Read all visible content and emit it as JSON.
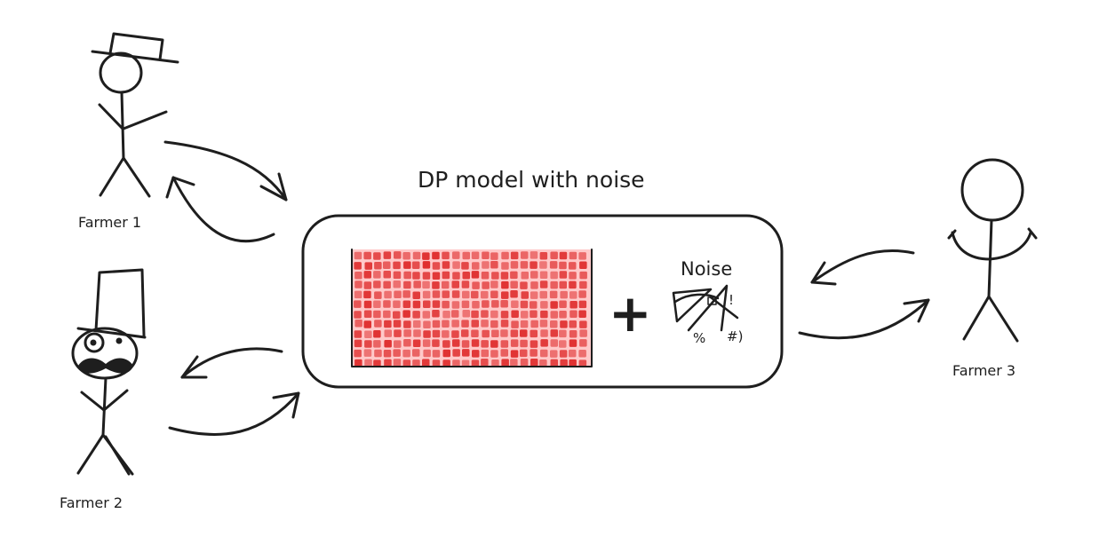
{
  "title": "DP model with noise",
  "farmers": [
    {
      "label": "Farmer 1"
    },
    {
      "label": "Farmer 2"
    },
    {
      "label": "Farmer 3"
    }
  ],
  "model": {
    "operator": "+",
    "noise_label": "Noise",
    "noise_scribble_glyphs": [
      "!",
      "%",
      "#)"
    ]
  },
  "colors": {
    "ink": "#1e1e1e",
    "grid_fill": "#e03131",
    "grid_light": "#ffc9c9"
  }
}
